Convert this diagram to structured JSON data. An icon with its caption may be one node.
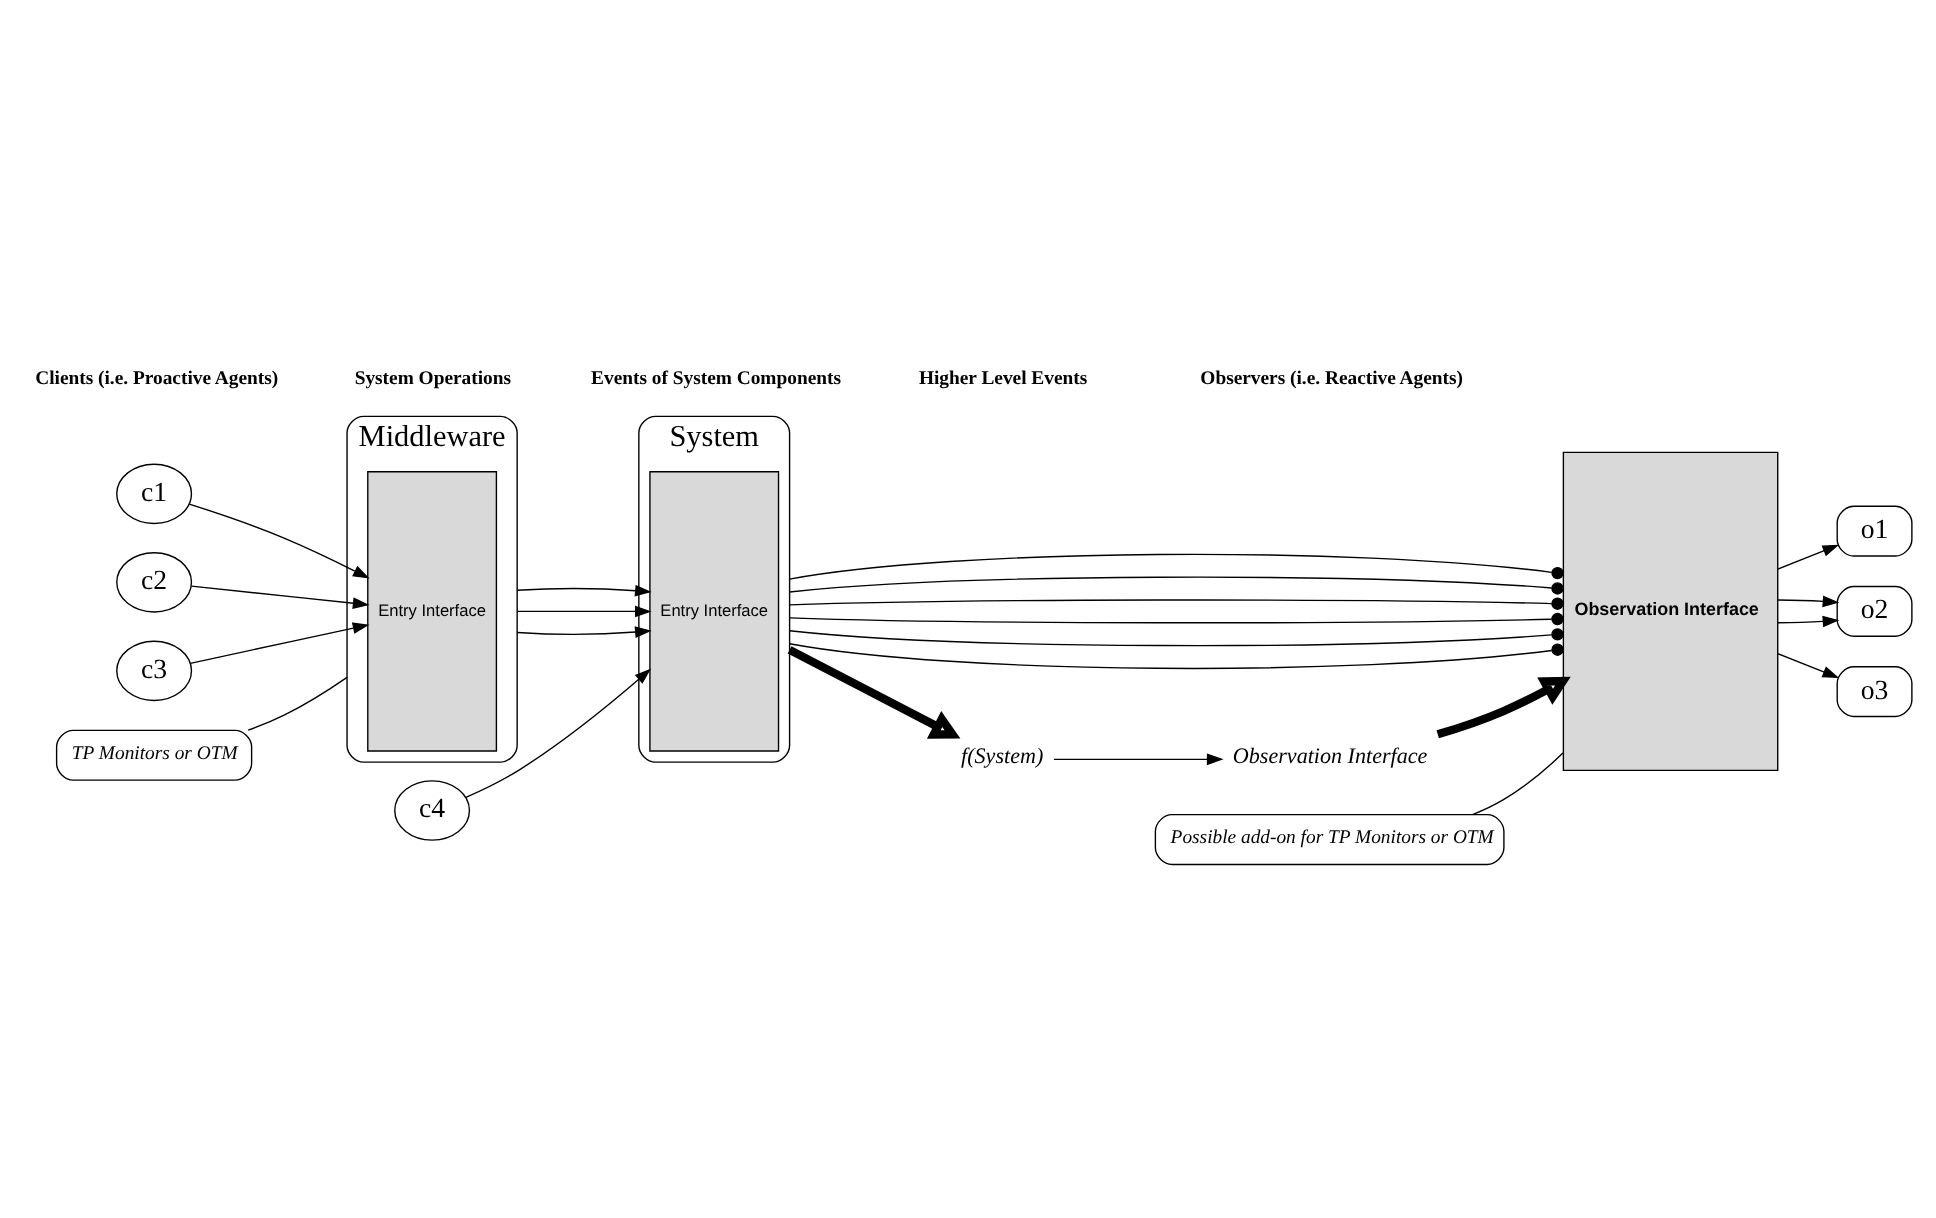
{
  "diagram": {
    "nodes": [
      {
        "text": [
          "c1"
        ]
      },
      {
        "text": [
          "c2"
        ]
      },
      {
        "text": [
          "c3"
        ]
      },
      {
        "text": [
          "Middleware"
        ]
      },
      {
        "text": [
          "Entry Interface"
        ],
        "in": 3
      },
      {
        "text": [
          "System"
        ]
      },
      {
        "text": [
          "Entry Interface"
        ],
        "in": 5
      },
      {
        "text": [
          "c4"
        ]
      },
      {
        "text": [
          "Observation Interface"
        ]
      },
      {
        "text": [
          "o1"
        ]
      },
      {
        "text": [
          "o2"
        ]
      },
      {
        "text": [
          "o3"
        ]
      },
      {
        "text": [
          "TP Monitors or OTM"
        ]
      },
      {
        "text": [
          "Possible add-on for TP Monitors or OTM"
        ]
      },
      {
        "text": [
          "f(System)"
        ]
      },
      {
        "text": [
          "Observation Interface"
        ]
      }
    ],
    "edges": [
      {
        "from": 0,
        "to": 4,
        "arrow": "to"
      },
      {
        "from": 1,
        "to": 4,
        "arrow": "to"
      },
      {
        "from": 2,
        "to": 4,
        "arrow": "to"
      },
      {
        "from": 3,
        "to": 6,
        "arrow": "to"
      },
      {
        "from": 3,
        "to": 6,
        "arrow": "to"
      },
      {
        "from": 3,
        "to": 6,
        "arrow": "to"
      },
      {
        "from": 7,
        "to": 6,
        "arrow": "to"
      },
      {
        "from": 5,
        "to": 8,
        "arrow": "other"
      },
      {
        "from": 5,
        "to": 8,
        "arrow": "other"
      },
      {
        "from": 5,
        "to": 8,
        "arrow": "other"
      },
      {
        "from": 5,
        "to": 8,
        "arrow": "other"
      },
      {
        "from": 5,
        "to": 8,
        "arrow": "other"
      },
      {
        "from": 5,
        "to": 8,
        "arrow": "other"
      },
      {
        "from": 8,
        "to": 9,
        "arrow": "to"
      },
      {
        "from": 8,
        "to": 10,
        "arrow": "to"
      },
      {
        "from": 8,
        "to": 10,
        "arrow": "to"
      },
      {
        "from": 8,
        "to": 11,
        "arrow": "to"
      },
      {
        "from": 12,
        "to": 3,
        "arrow": "none"
      },
      {
        "from": 13,
        "to": 8,
        "arrow": "none"
      },
      {
        "from": 5,
        "to": 14,
        "arrow": "to",
        "style": "thick"
      },
      {
        "from": 14,
        "to": 15,
        "arrow": "to"
      },
      {
        "from": 15,
        "to": 8,
        "arrow": "to",
        "style": "thick"
      }
    ],
    "labels": [
      "Clients (i.e. Proactive Agents)",
      "System Operations",
      "Events of System Components",
      "Higher Level Events",
      "Observers (i.e. Reactive Agents)"
    ]
  }
}
